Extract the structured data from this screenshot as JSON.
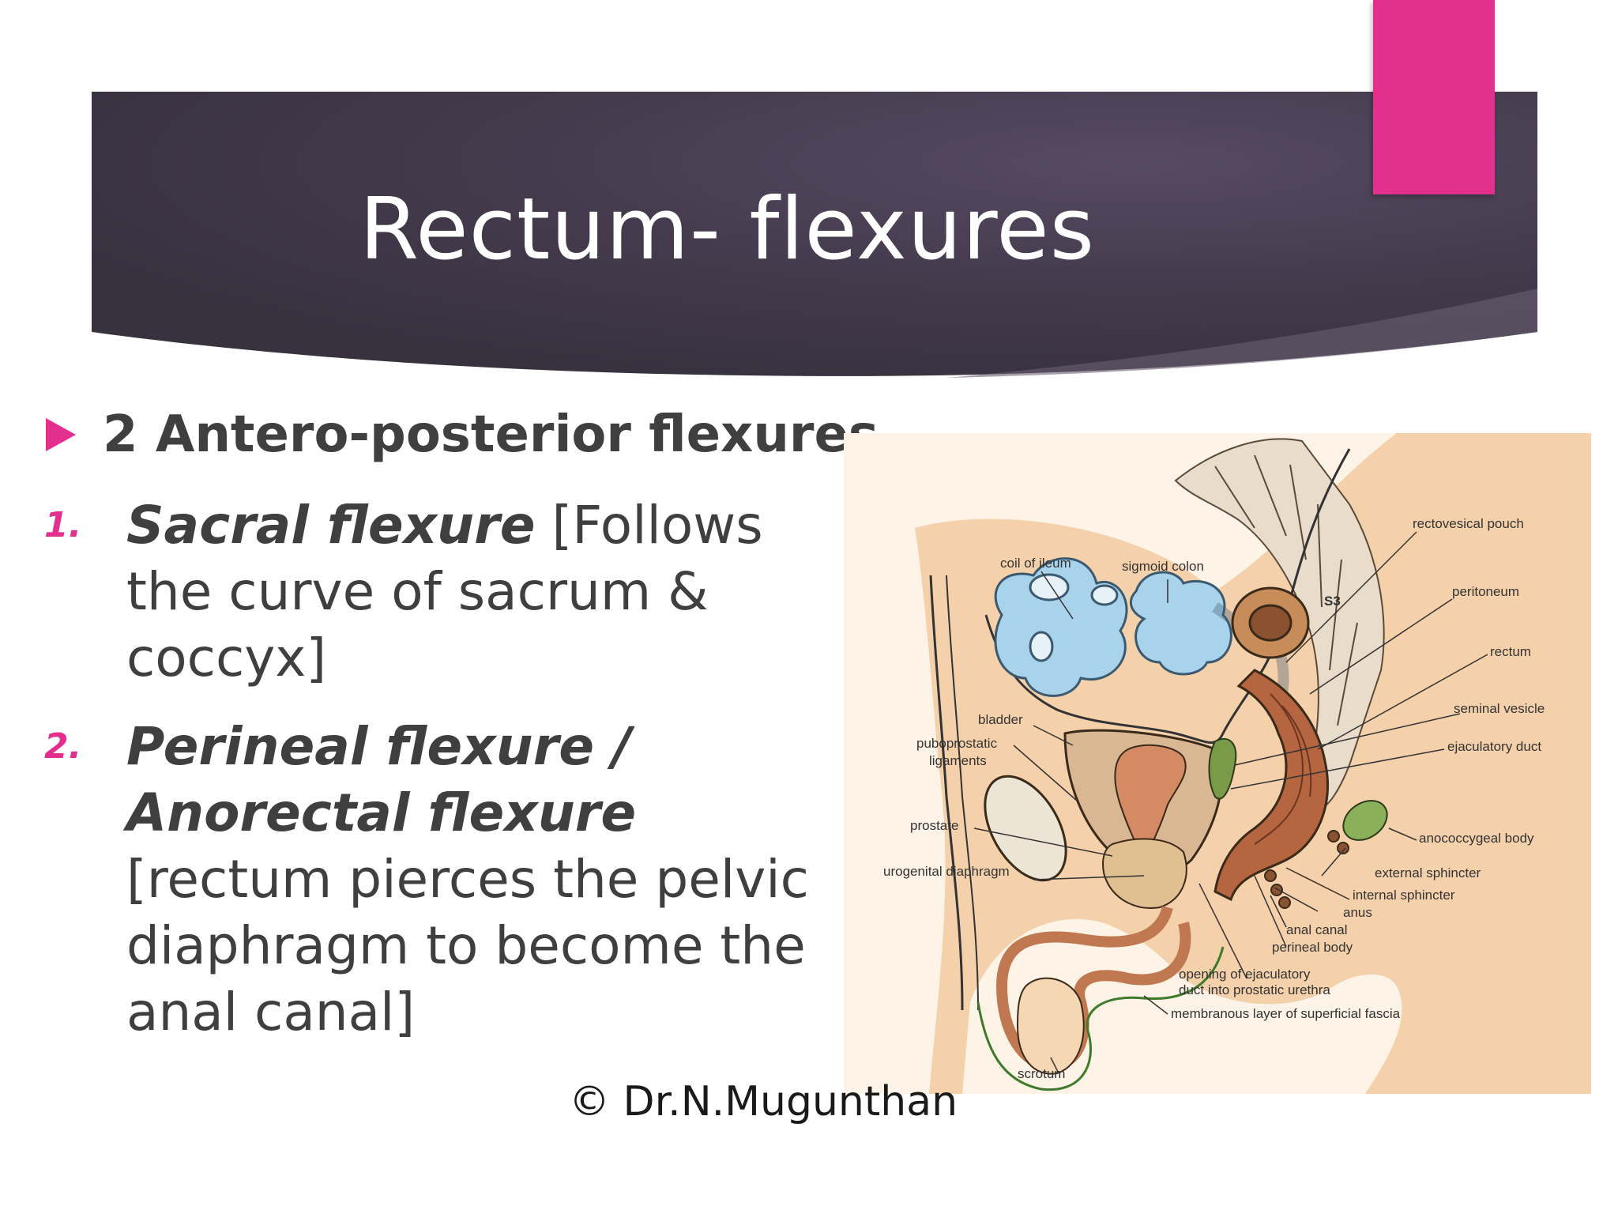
{
  "slide": {
    "title": "Rectum- flexures",
    "bullet": "2 Antero-posterior flexures",
    "items": [
      {
        "number": "1.",
        "term": "Sacral flexure",
        "description": " [Follows the curve of sacrum & coccyx]"
      },
      {
        "number": "2.",
        "term": "Perineal flexure / Anorectal flexure",
        "description": " [rectum pierces the pelvic diaphragm to become the anal canal]"
      }
    ],
    "copyright": "© Dr.N.Mugunthan"
  },
  "figure": {
    "labels": {
      "coil_of_ileum": "coil of ileum",
      "sigmoid_colon": "sigmoid colon",
      "rectovesical_pouch": "rectovesical pouch",
      "s3": "S3",
      "peritoneum": "peritoneum",
      "rectum": "rectum",
      "seminal_vesicle": "seminal vesicle",
      "ejaculatory_duct": "ejaculatory duct",
      "bladder": "bladder",
      "puboprostatic_1": "puboprostatic",
      "puboprostatic_2": "ligaments",
      "prostate": "prostate",
      "anococcygeal_body": "anococcygeal body",
      "urogenital_diaphragm": "urogenital diaphragm",
      "external_sphincter": "external sphincter",
      "internal_sphincter": "internal sphincter",
      "anus": "anus",
      "anal_canal": "anal canal",
      "perineal_body": "perineal body",
      "opening_1": "opening of ejaculatory",
      "opening_2": "duct into prostatic urethra",
      "membranous_layer": "membranous layer of superficial fascia",
      "scrotum": "scrotum"
    }
  },
  "colors": {
    "accent": "#e3308f",
    "title_band": "#4a3d55",
    "body_text": "#3f3f3f",
    "figure_background": "#fdf3e6"
  }
}
